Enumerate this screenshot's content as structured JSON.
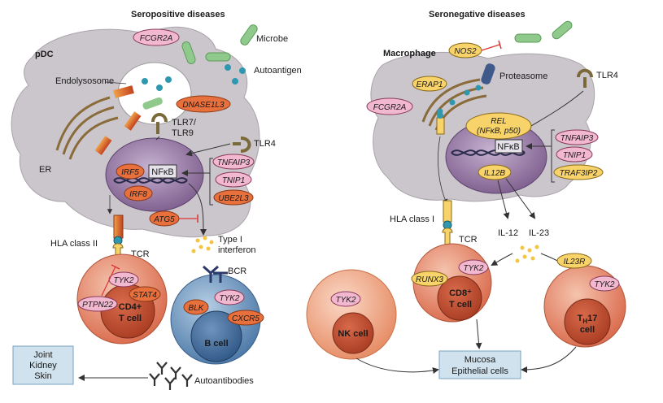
{
  "headers": {
    "left": "Seropositive diseases",
    "right": "Seronegative diseases"
  },
  "left_panel": {
    "cell_label": "pDC",
    "endolysosome": "Endolysosome",
    "er": "ER",
    "microbe": "Microbe",
    "autoantigen": "Autoantigen",
    "tlr79_a": "TLR7/",
    "tlr79_b": "TLR9",
    "tlr4": "TLR4",
    "nfkb": "NFκB",
    "hla2": "HLA class II",
    "tcr": "TCR",
    "bcr": "BCR",
    "type1_a": "Type I",
    "type1_b": "interferon",
    "cd4_a": "CD4+",
    "cd4_b": "T cell",
    "bcell": "B cell",
    "autoantibodies": "Autoantibodies",
    "joint_a": "Joint",
    "joint_b": "Kidney",
    "joint_c": "Skin",
    "genes": {
      "fcgr2a": "FCGR2A",
      "dnase1l3": "DNASE1L3",
      "irf5": "IRF5",
      "irf8": "IRF8",
      "tnfaip3": "TNFAIP3",
      "tnip1": "TNIP1",
      "ube2l3": "UBE2L3",
      "atg5": "ATG5",
      "tyk2_t": "TYK2",
      "stat4": "STAT4",
      "ptpn22": "PTPN22",
      "tyk2_b": "TYK2",
      "blk": "BLK",
      "cxcr5": "CXCR5"
    }
  },
  "right_panel": {
    "cell_label": "Macrophage",
    "proteasome": "Proteasome",
    "tlr4": "TLR4",
    "rel_a": "REL",
    "rel_b": "(NFκB, p50)",
    "nfkb": "NFκB",
    "hla1": "HLA class I",
    "tcr": "TCR",
    "il12": "IL-12",
    "il23": "IL-23",
    "cd8_a": "CD8⁺",
    "cd8_b": "T cell",
    "nk": "NK cell",
    "th17_a": "T",
    "th17_sub": "H",
    "th17_b": "17",
    "th17_c": "cell",
    "mucosa_a": "Mucosa",
    "mucosa_b": "Epithelial cells",
    "genes": {
      "nos2": "NOS2",
      "erap1": "ERAP1",
      "fcgr2a": "FCGR2A",
      "il12b": "IL12B",
      "tnfaip3": "TNFAIP3",
      "tnip1": "TNIP1",
      "traf3ip2": "TRAF3IP2",
      "tyk2_nk": "TYK2",
      "runx3": "RUNX3",
      "tyk2_cd8": "TYK2",
      "il23r": "IL23R",
      "tyk2_th": "TYK2"
    }
  },
  "colors": {
    "gene_pink": "#f2b8cf",
    "gene_orange": "#e8703c",
    "gene_yellow": "#f7d36a",
    "cell_grey": "#c9c5c9",
    "nucleus_purple": "#8b6d99",
    "tcell_red": "#e48668",
    "bcell_blue": "#5b86b4",
    "box_blue": "#cfe2ee",
    "microbe_green": "#8fc98c",
    "dot_teal": "#2f98b0"
  }
}
